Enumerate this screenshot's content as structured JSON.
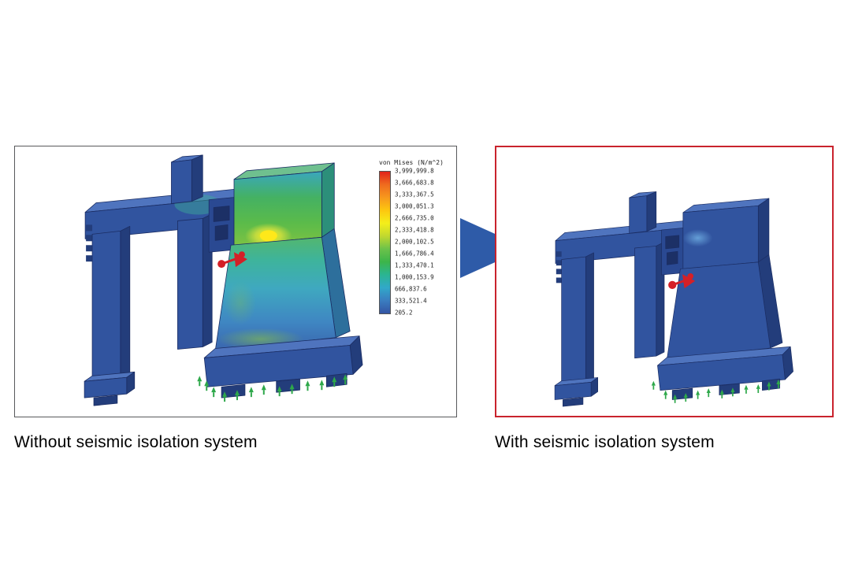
{
  "figure": {
    "arrow_color": "#2e5ba8",
    "model_colors": {
      "body_blue": "#31549f",
      "body_blue_dark": "#233d7b",
      "body_blue_light": "#4f74be",
      "fixture_green": "#2ea84a",
      "load_red": "#d42027"
    }
  },
  "panels": {
    "left": {
      "caption": "Without seismic isolation system",
      "border_color": "#58595b",
      "legend": {
        "title": "von Mises (N/m^2)",
        "values": [
          "3,999,999.8",
          "3,666,683.8",
          "3,333,367.5",
          "3,000,051.3",
          "2,666,735.0",
          "2,333,418.8",
          "2,000,102.5",
          "1,666,786.4",
          "1,333,470.1",
          "1,000,153.9",
          "666,837.6",
          "333,521.4",
          "205.2"
        ],
        "band_colors": [
          "#e2231a",
          "#ef6b1e",
          "#f7981d",
          "#fdc70f",
          "#f4ef1a",
          "#c1d82f",
          "#6cc24a",
          "#3cb54a",
          "#2bb592",
          "#31a8c9",
          "#3a7dc0",
          "#3455a4"
        ]
      }
    },
    "right": {
      "caption": "With seismic isolation system",
      "border_color": "#c9232d"
    }
  }
}
